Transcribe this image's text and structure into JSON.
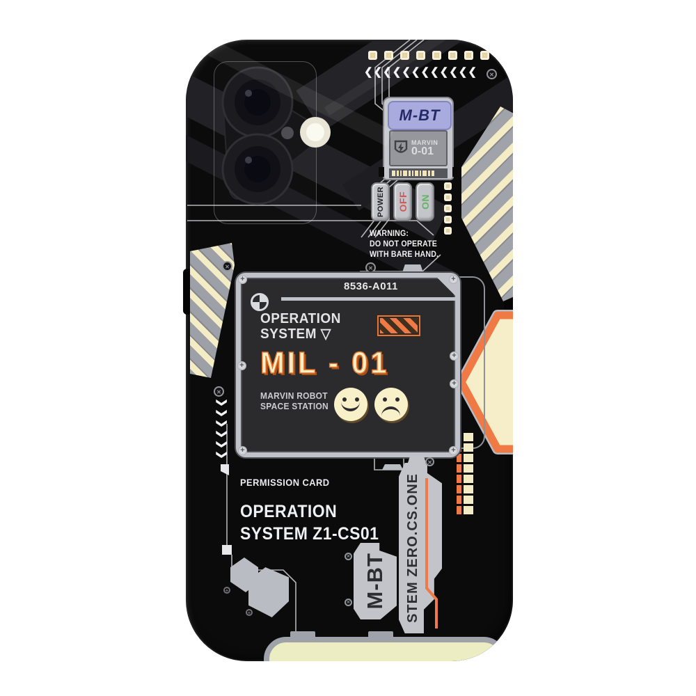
{
  "labels": {
    "mbt_badge": "M-BT",
    "marvin": "MARVIN",
    "marvin_code": "0-01",
    "power": "POWER",
    "off": "OFF",
    "on": "ON",
    "warning1": "WARNING:",
    "warning2": "DO NOT OPERATE",
    "warning3": "WITH BARE HAND.",
    "serial": "8536-A011",
    "os1": "OPERATION",
    "os2": "SYSTEM ▽",
    "mil": "MIL - 01",
    "robot1": "MARVIN ROBOT",
    "robot2": "SPACE STATION",
    "permission": "PERMISSION CARD",
    "osz1": "OPERATION",
    "osz2": "SYSTEM Z1-CS01",
    "stem": "STEM ZERO.CS.ONE",
    "mbt_vertical": "M-BT"
  },
  "colors": {
    "accent_orange": "#EF7A45",
    "cream": "#F3ECC5",
    "silver": "#BCC0C6",
    "lavender": "#A9ABDF",
    "navy": "#232A66",
    "off_red": "#D25858",
    "on_green": "#62B562",
    "panel_dark": "#2B2B2E",
    "case_black": "#0B0B0C",
    "background": "#FFFFFF"
  },
  "decor": {
    "top_chevrons": 12,
    "left_chevrons": 6,
    "top_dots": 8,
    "side_dots": 5,
    "ladder_rungs": 8,
    "barcode_dashes": [
      5,
      3,
      2,
      6,
      3,
      2,
      5,
      2,
      6,
      3,
      4
    ]
  }
}
